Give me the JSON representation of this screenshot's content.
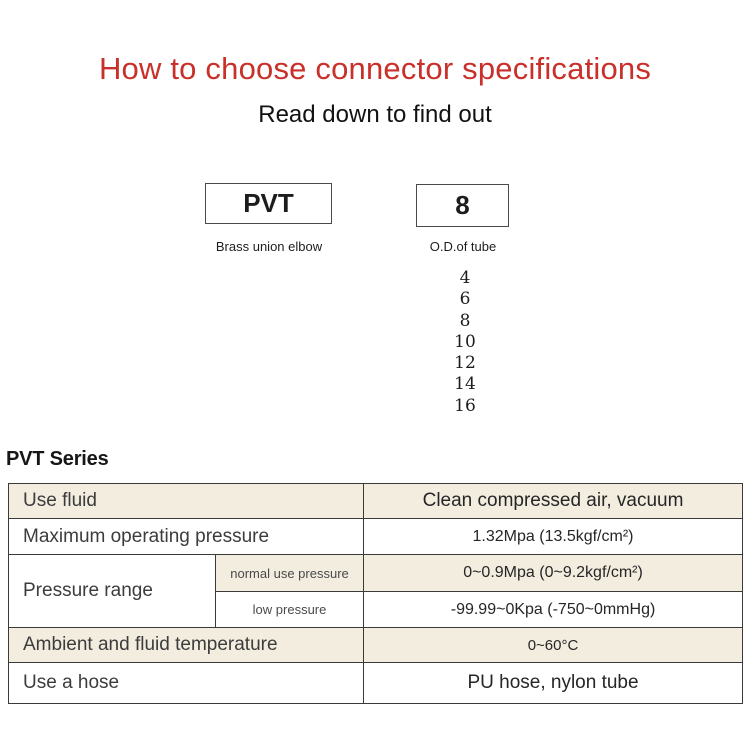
{
  "header": {
    "title": "How to choose connector specifications",
    "subtitle": "Read down to find out",
    "title_color": "#c9302a"
  },
  "diagram": {
    "model_box": {
      "code": "PVT",
      "caption": "Brass union elbow"
    },
    "size_box": {
      "code": "8",
      "caption": "O.D.of tube"
    },
    "tube_sizes": [
      "4",
      "6",
      "8",
      "10",
      "12",
      "14",
      "16"
    ]
  },
  "series": {
    "heading": "PVT Series"
  },
  "spec_table": {
    "use_fluid": {
      "label": "Use fluid",
      "value": "Clean compressed air, vacuum"
    },
    "max_pressure": {
      "label": "Maximum operating pressure",
      "value": "1.32Mpa (13.5kgf/cm²)"
    },
    "pressure_range": {
      "label": "Pressure range",
      "normal": {
        "label": "normal use pressure",
        "value": "0~0.9Mpa (0~9.2kgf/cm²)"
      },
      "low": {
        "label": "low pressure",
        "value": "-99.99~0Kpa (-750~0mmHg)"
      }
    },
    "temperature": {
      "label": "Ambient and fluid temperature",
      "value": "0~60°C"
    },
    "hose": {
      "label": "Use a hose",
      "value": "PU hose, nylon tube"
    }
  },
  "colors": {
    "row_shade": "#f3ede0",
    "table_border": "#3a3a3a"
  }
}
